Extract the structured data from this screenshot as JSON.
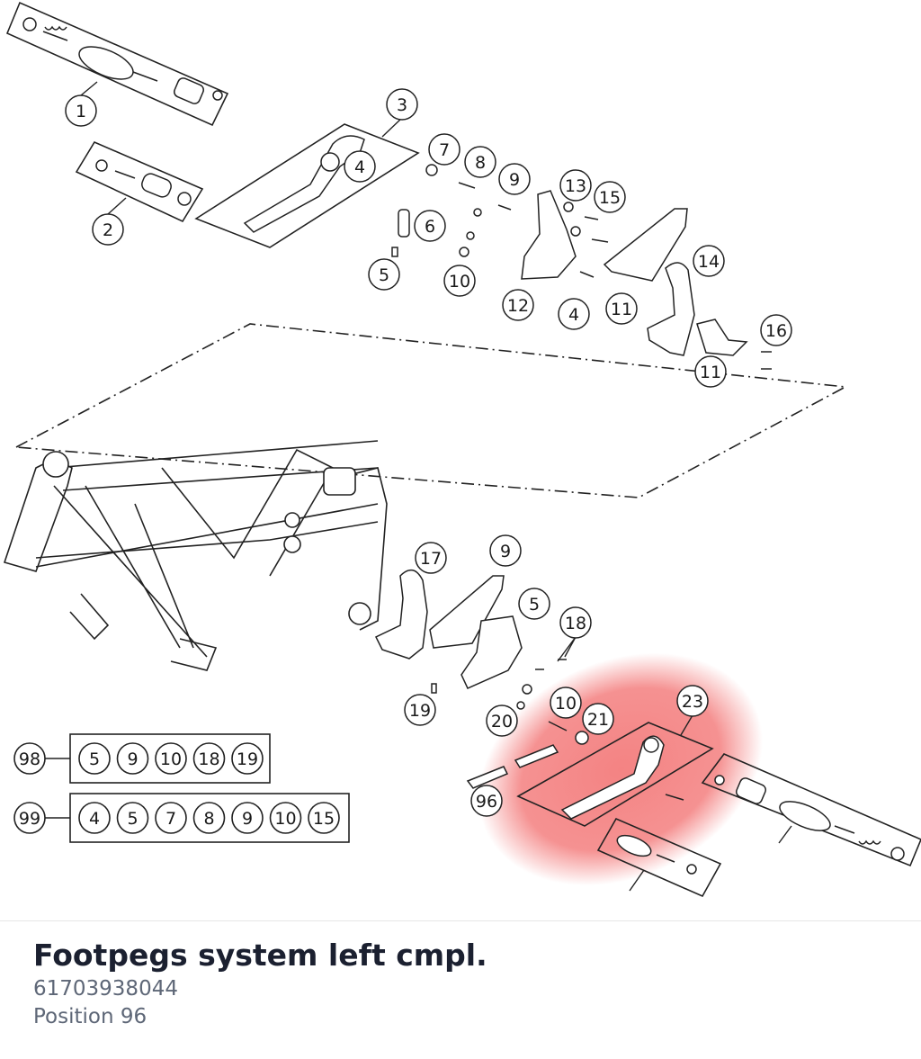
{
  "part": {
    "title": "Footpegs system left cmpl.",
    "number": "61703938044",
    "position": "Position 96"
  },
  "highlight": {
    "label": "21",
    "color": "#f26d6d"
  },
  "callouts": [
    "1",
    "2",
    "3",
    "4",
    "7",
    "8",
    "9",
    "6",
    "5",
    "10",
    "12",
    "4",
    "11",
    "13",
    "15",
    "14",
    "16",
    "11",
    "17",
    "9",
    "5",
    "18",
    "19",
    "10",
    "21",
    "20",
    "23",
    "96"
  ],
  "kit_98": {
    "label": "98",
    "items": [
      "5",
      "9",
      "10",
      "18",
      "19"
    ]
  },
  "kit_99": {
    "label": "99",
    "items": [
      "4",
      "5",
      "7",
      "8",
      "9",
      "10",
      "15"
    ]
  }
}
